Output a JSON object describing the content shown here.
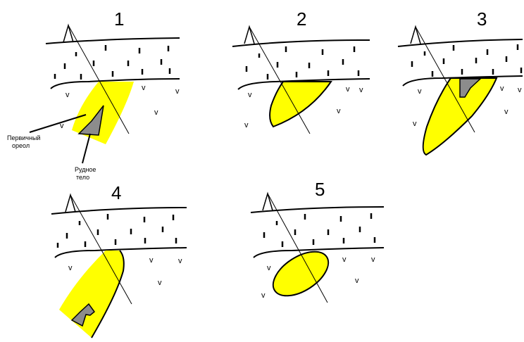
{
  "panels": [
    {
      "number": "1"
    },
    {
      "number": "2"
    },
    {
      "number": "3"
    },
    {
      "number": "4"
    },
    {
      "number": "5"
    }
  ],
  "labels": {
    "primary_halo": [
      "Первичный",
      "ореол"
    ],
    "ore_body": [
      "Рудное",
      "тело"
    ]
  },
  "symbols": {
    "volcanic": "v"
  },
  "colors": {
    "halo": "#ffff00",
    "ore": "#8c8c8c",
    "line": "#000000",
    "background": "#ffffff"
  }
}
